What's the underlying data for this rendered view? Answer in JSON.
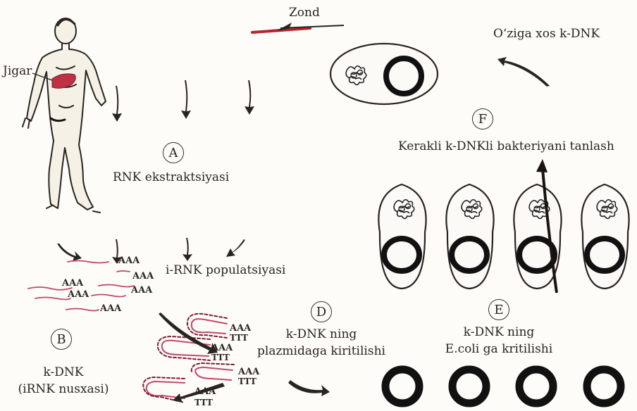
{
  "labels": {
    "probe": "Zond",
    "liver": "Jigar",
    "specific_cdna": "O‘ziga xos k-DNK",
    "rna_extraction": "RNK ekstraktsiyasi",
    "mrna_population": "i-RNK populatsiyasi",
    "select_bacteria": "Kerakli k-DNKli bakteriyani tanlash",
    "cdna": "k-DNK",
    "cdna_copy": "(iRNK nusxasi)",
    "d_line1": "k-DNK ning",
    "d_line2": "plazmidaga kiritilishi",
    "e_line1": "k-DNK ning",
    "e_line2": "E.coli ga kritilishi"
  },
  "steps": {
    "a": "A",
    "b": "B",
    "d": "D",
    "e": "E",
    "f": "F"
  },
  "tags": {
    "poly_a": "AAA",
    "poly_t": "TTT"
  },
  "colors": {
    "rna": "#c2476e",
    "ink": "#2a2420",
    "probe": "#b8232c"
  }
}
